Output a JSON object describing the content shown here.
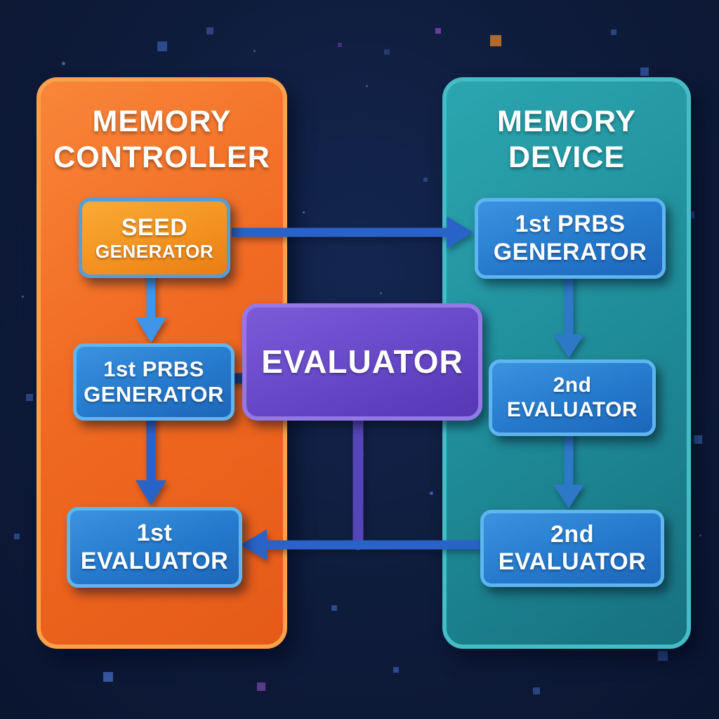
{
  "left_panel": {
    "title": {
      "line1": "MEMORY",
      "line2": "CONTROLLER"
    },
    "seed_box": {
      "line1": "SEED",
      "line2": "GENERATOR"
    },
    "prbs_box": {
      "line1": "1st PRBS",
      "line2": "GENERATOR"
    },
    "eval_box": {
      "line1": "1st",
      "line2": "EVALUATOR"
    }
  },
  "right_panel": {
    "title": {
      "line1": "MEMORY",
      "line2": "DEVICE"
    },
    "prbs_box": {
      "line1": "1st PRBS",
      "line2": "GENERATOR"
    },
    "mid_box": {
      "line1": "2nd",
      "line2": "EVALUATOR"
    },
    "bottom_box": {
      "line1": "2nd",
      "line2": "EVALUATOR"
    }
  },
  "evaluator_box": {
    "label": "EVALUATOR"
  },
  "colors": {
    "background": "#0e1b3a",
    "controller_panel_orange": "#f06a22",
    "controller_panel_border": "#f9a14c",
    "device_panel_teal": "#1f8d99",
    "device_panel_border": "#45bcc6",
    "node_blue": "#2579cc",
    "node_border_light_blue": "#5fb5ef",
    "seed_node_orange": "#f2901f",
    "evaluator_purple": "#6647c6",
    "evaluator_border": "#9478e6",
    "arrow_blue": "#2a63c8",
    "arrow_light_blue": "#3f96e8",
    "arrow_purple": "#5546b8",
    "connector_dark_blue": "#1c3f80"
  }
}
